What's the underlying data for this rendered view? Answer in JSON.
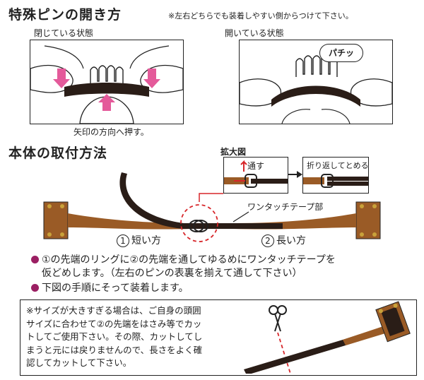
{
  "section1": {
    "title": "特殊ピンの開き方",
    "note": "※左右どちらでも装着しやすい側からつけて下さい。",
    "closed_label": "閉じている状態",
    "open_label": "開いている状態",
    "snap_label": "パチッ",
    "press_caption": "矢印の方向へ押す。"
  },
  "section2": {
    "title": "本体の取付方法",
    "zoom_label": "拡大図",
    "thread_label": "通す",
    "fold_label": "折り返してとめる",
    "tape_label": "ワンタッチテープ部",
    "short_num": "1",
    "short_label": "短い方",
    "long_num": "2",
    "long_label": "長い方"
  },
  "instructions": {
    "item1_line1": "①の先端のリングに②の先端を通してゆるめにワンタッチテープを",
    "item1_line2": "仮どめします。（左右のピンの表裏を揃えて通して下さい）",
    "item2": "下図の手順にそって装着します。"
  },
  "size_note": {
    "line1": "※サイズが大きすぎる場合は、ご自身の頭囲",
    "line2": "サイズに合わせて②の先端をはさみ等でカッ",
    "line3": "トしてご使用下さい。その際、カットしてし",
    "line4": "まうと元には戻りませんので、長さをよく確",
    "line5": "認してカットして下さい。"
  },
  "colors": {
    "accent": "#9b1f63",
    "pin_pink": "#e45a9a",
    "band_brown": "#9a5b26",
    "strap_dark": "#2a1d17",
    "red_dash": "#d7262a"
  }
}
